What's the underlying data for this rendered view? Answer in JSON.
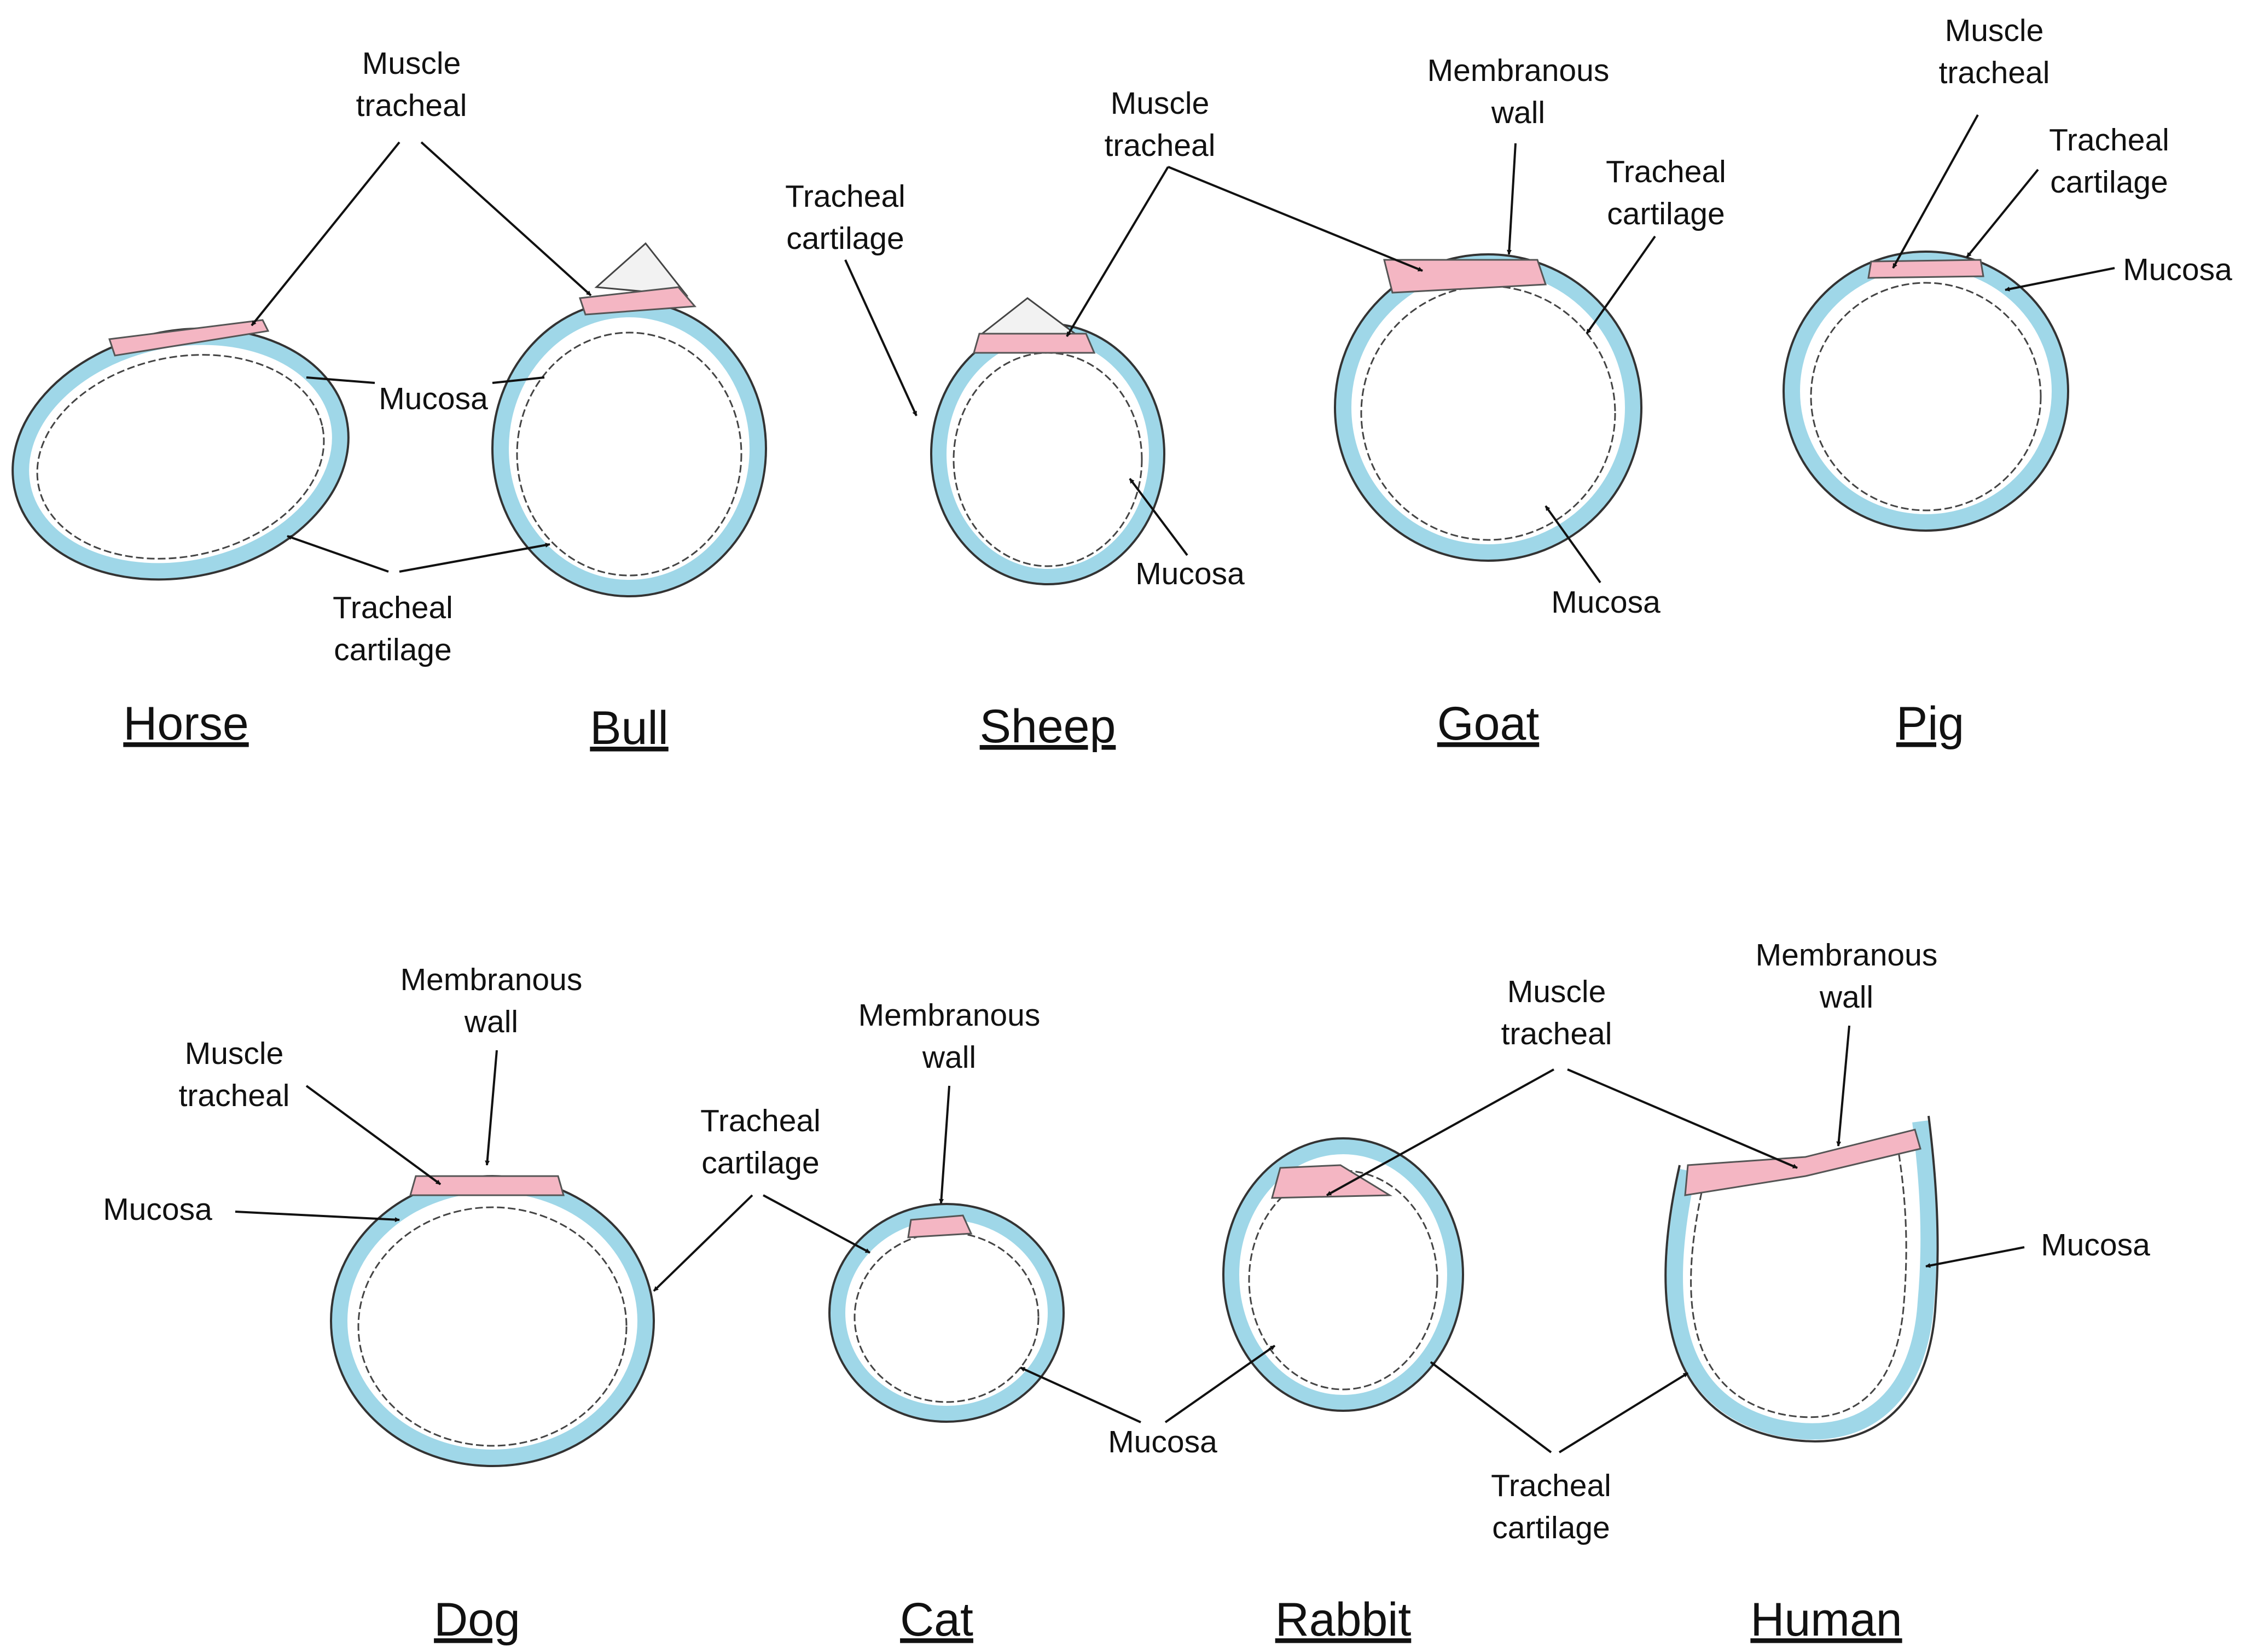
{
  "colors": {
    "cartilage": "#9fd7e8",
    "muscle": "#f4b6c3",
    "outline": "#333333",
    "text": "#111111"
  },
  "labels": {
    "muscle_tracheal": [
      "Muscle",
      "tracheal"
    ],
    "tracheal_cartilage": [
      "Tracheal",
      "cartilage"
    ],
    "membranous_wall": [
      "Membranous",
      "wall"
    ],
    "mucosa": "Mucosa"
  },
  "species": {
    "horse": "Horse",
    "bull": "Bull",
    "sheep": "Sheep",
    "goat": "Goat",
    "pig": "Pig",
    "dog": "Dog",
    "cat": "Cat",
    "rabbit": "Rabbit",
    "human": "Human"
  }
}
